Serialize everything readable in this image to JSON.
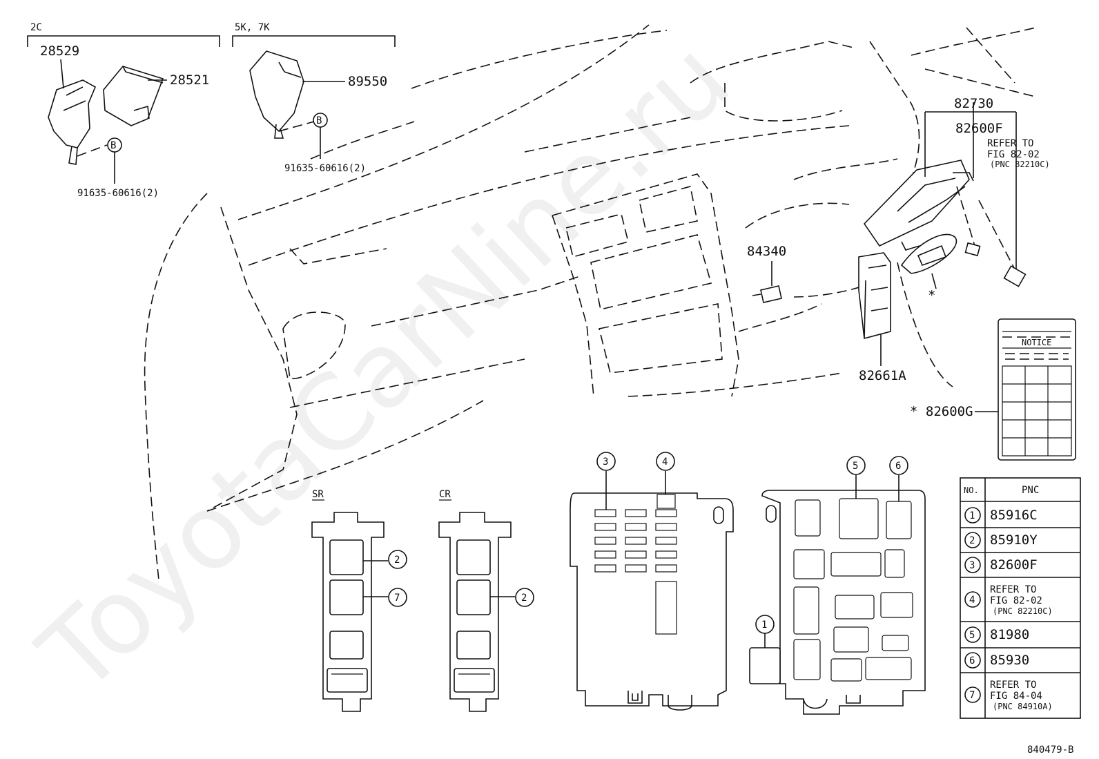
{
  "watermark": "ToyotaCarNine.ru",
  "figure_id": "840479-B",
  "groups": {
    "left": "2C",
    "middle": "5K, 7K"
  },
  "parts": {
    "p28529": "28529",
    "p28521": "28521",
    "p89550": "89550",
    "bolt_left": "91635-60616(2)",
    "bolt_mid": "91635-60616(2)",
    "ref_b": "B",
    "p84340": "84340",
    "p82661A": "82661A",
    "p82730": "82730",
    "p82600F": "82600F",
    "ref_fig_1": "REFER TO",
    "ref_fig_2": "FIG 82-02",
    "ref_fig_3": "(PNC 82210C)",
    "asterisk": "*",
    "p82600G": "* 82600G",
    "notice": "NOTICE"
  },
  "relay_blocks": {
    "sr": "SR",
    "cr": "CR"
  },
  "callouts": [
    "1",
    "2",
    "3",
    "4",
    "5",
    "6",
    "7"
  ],
  "table": {
    "header_no": "NO.",
    "header_pnc": "PNC",
    "rows": [
      {
        "no": "1",
        "pnc": [
          "85916C"
        ]
      },
      {
        "no": "2",
        "pnc": [
          "85910Y"
        ]
      },
      {
        "no": "3",
        "pnc": [
          "82600F"
        ]
      },
      {
        "no": "4",
        "pnc": [
          "REFER TO",
          "FIG 82-02",
          "(PNC 82210C)"
        ]
      },
      {
        "no": "5",
        "pnc": [
          "81980"
        ]
      },
      {
        "no": "6",
        "pnc": [
          "85930"
        ]
      },
      {
        "no": "7",
        "pnc": [
          "REFER TO",
          "FIG 84-04",
          "(PNC 84910A)"
        ]
      }
    ]
  }
}
